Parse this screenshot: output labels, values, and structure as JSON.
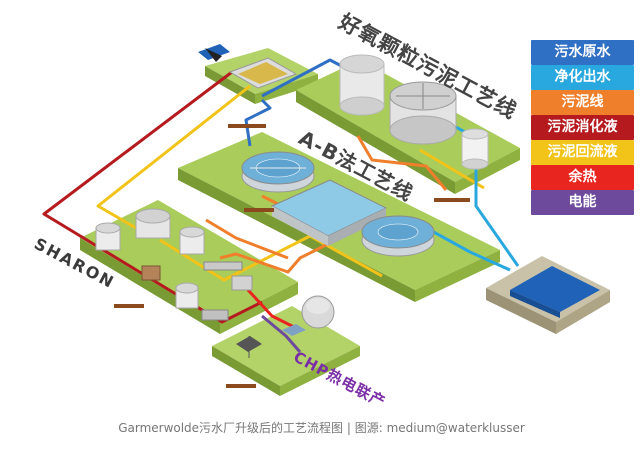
{
  "titles": {
    "granular_sludge": "好氧颗粒污泥工艺线",
    "ab_process": "A-B法工艺线",
    "sharon": "SHARON",
    "chp": "CHP热电联产"
  },
  "legend": [
    {
      "label": "污水原水",
      "color": "#2f6fc4"
    },
    {
      "label": "净化出水",
      "color": "#29a8e0"
    },
    {
      "label": "污泥线",
      "color": "#f07f2c"
    },
    {
      "label": "污泥消化液",
      "color": "#b51a1f"
    },
    {
      "label": "污泥回流液",
      "color": "#f2c319"
    },
    {
      "label": "余热",
      "color": "#e8251f"
    },
    {
      "label": "电能",
      "color": "#6e4a9c"
    }
  ],
  "caption": "Garmerwolde污水厂升级后的工艺流程图 | 图源: medium@waterklusser",
  "colors": {
    "platform_top": "#a9cc5a",
    "platform_side": "#7a9b34",
    "water_sea": "#1f62b8"
  }
}
